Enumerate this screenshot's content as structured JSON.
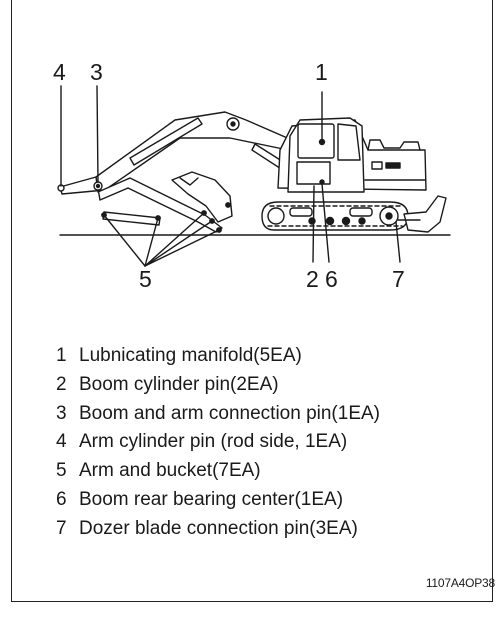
{
  "callouts": {
    "c4": "4",
    "c3": "3",
    "c1": "1",
    "c5": "5",
    "c2": "2",
    "c6": "6",
    "c7": "7"
  },
  "legend": [
    {
      "num": "1",
      "text": "Lubnicating manifold(5EA)"
    },
    {
      "num": "2",
      "text": "Boom cylinder pin(2EA)"
    },
    {
      "num": "3",
      "text": "Boom and arm connection pin(1EA)"
    },
    {
      "num": "4",
      "text": "Arm cylinder pin (rod side, 1EA)"
    },
    {
      "num": "5",
      "text": "Arm and bucket(7EA)"
    },
    {
      "num": "6",
      "text": "Boom rear bearing center(1EA)"
    },
    {
      "num": "7",
      "text": "Dozer blade connection pin(3EA)"
    }
  ],
  "figure_code": "1107A4OP38",
  "colors": {
    "line": "#1a1a1a",
    "fill": "#ffffff",
    "shade": "#bdbdbd"
  }
}
